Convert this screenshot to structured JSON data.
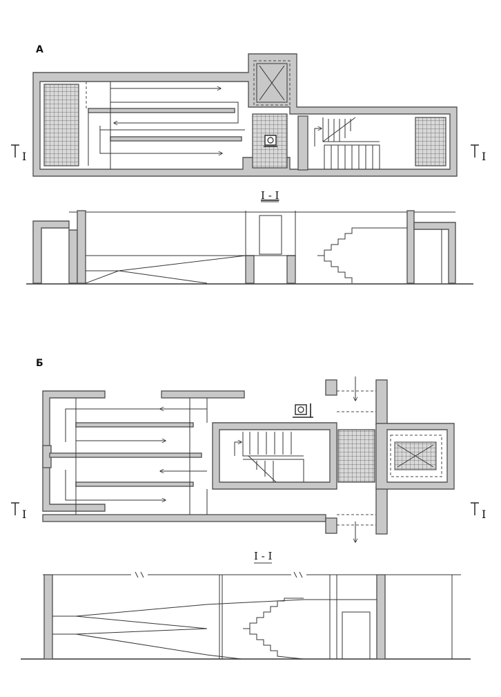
{
  "diagram_a": {
    "label": "А",
    "section_mark_left": "I",
    "section_mark_right": "I",
    "section_title": "I - I"
  },
  "diagram_b": {
    "label": "Б",
    "section_mark_left": "I",
    "section_mark_right": "I",
    "section_title": "I - I"
  }
}
